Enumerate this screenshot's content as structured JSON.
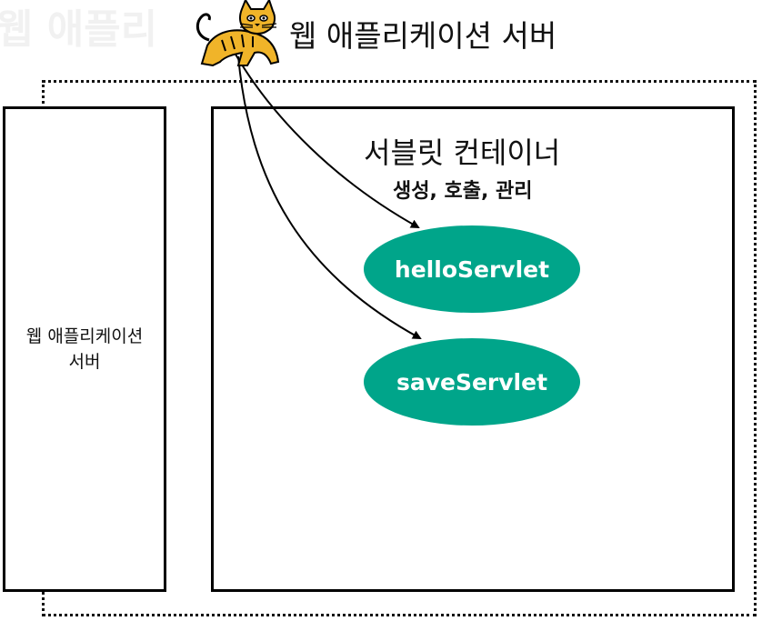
{
  "header": {
    "ghost_text": "웹 애플리",
    "title": "웹 애플리케이션 서버",
    "mascot_icon": "tomcat-cat-icon"
  },
  "was_box": {
    "label": "웹 애플리케이션 서버"
  },
  "servlet_container": {
    "title": "서블릿 컨테이너",
    "subtitle": "생성, 호출, 관리",
    "servlets": [
      {
        "label": "helloServlet"
      },
      {
        "label": "saveServlet"
      }
    ]
  },
  "colors": {
    "servlet_fill": "#00a58a",
    "mascot_yellow": "#f0b429",
    "line": "#000000"
  }
}
